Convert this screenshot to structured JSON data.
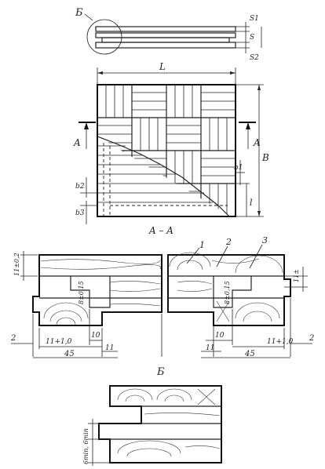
{
  "labels": {
    "view_b_callout": "Б",
    "dim_s1": "S1",
    "dim_s": "S",
    "dim_s2": "S2",
    "dim_L": "L",
    "dim_B": "B",
    "dim_l": "l",
    "dim_b1": "b1",
    "dim_b2": "b2",
    "dim_b3": "b3",
    "section_mark_left": "A",
    "section_mark_right": "A",
    "section_title": "A – A",
    "part_1": "1",
    "part_2": "2",
    "part_3": "3",
    "dim_top_left": "11±0,2",
    "dim_top_right": "11±",
    "dim_tongue_left": "8±0,15",
    "dim_tongue_right": "8±0,15",
    "dim_gap_left": "2",
    "dim_gap_right": "2",
    "dim_11_10_left": "11+1,0",
    "dim_10_left": "10",
    "dim_11_left": "11",
    "dim_45_left": "45",
    "dim_10_right": "10",
    "dim_11_right": "11",
    "dim_45_right": "45",
    "dim_11_10_right": "11+1,0",
    "detail_title": "Б",
    "dim_bmin": "6min, 6min"
  }
}
